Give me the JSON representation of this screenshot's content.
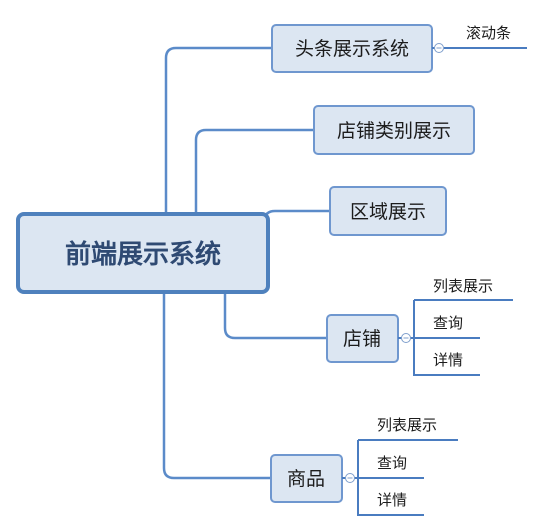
{
  "root": {
    "label": "前端展示系统"
  },
  "branches": [
    {
      "id": "headline",
      "label": "头条展示系统",
      "children": [
        "滚动条"
      ]
    },
    {
      "id": "store-category",
      "label": "店铺类别展示",
      "children": []
    },
    {
      "id": "region",
      "label": "区域展示",
      "children": []
    },
    {
      "id": "store",
      "label": "店铺",
      "children": [
        "列表展示",
        "查询",
        "详情"
      ]
    },
    {
      "id": "product",
      "label": "商品",
      "children": [
        "列表展示",
        "查询",
        "详情"
      ]
    }
  ],
  "colors": {
    "node_fill": "#dce6f2",
    "node_stroke": "#6f97cf",
    "root_stroke": "#4f81bd",
    "connector": "#5b8bc9",
    "root_text": "#2f4a73"
  }
}
